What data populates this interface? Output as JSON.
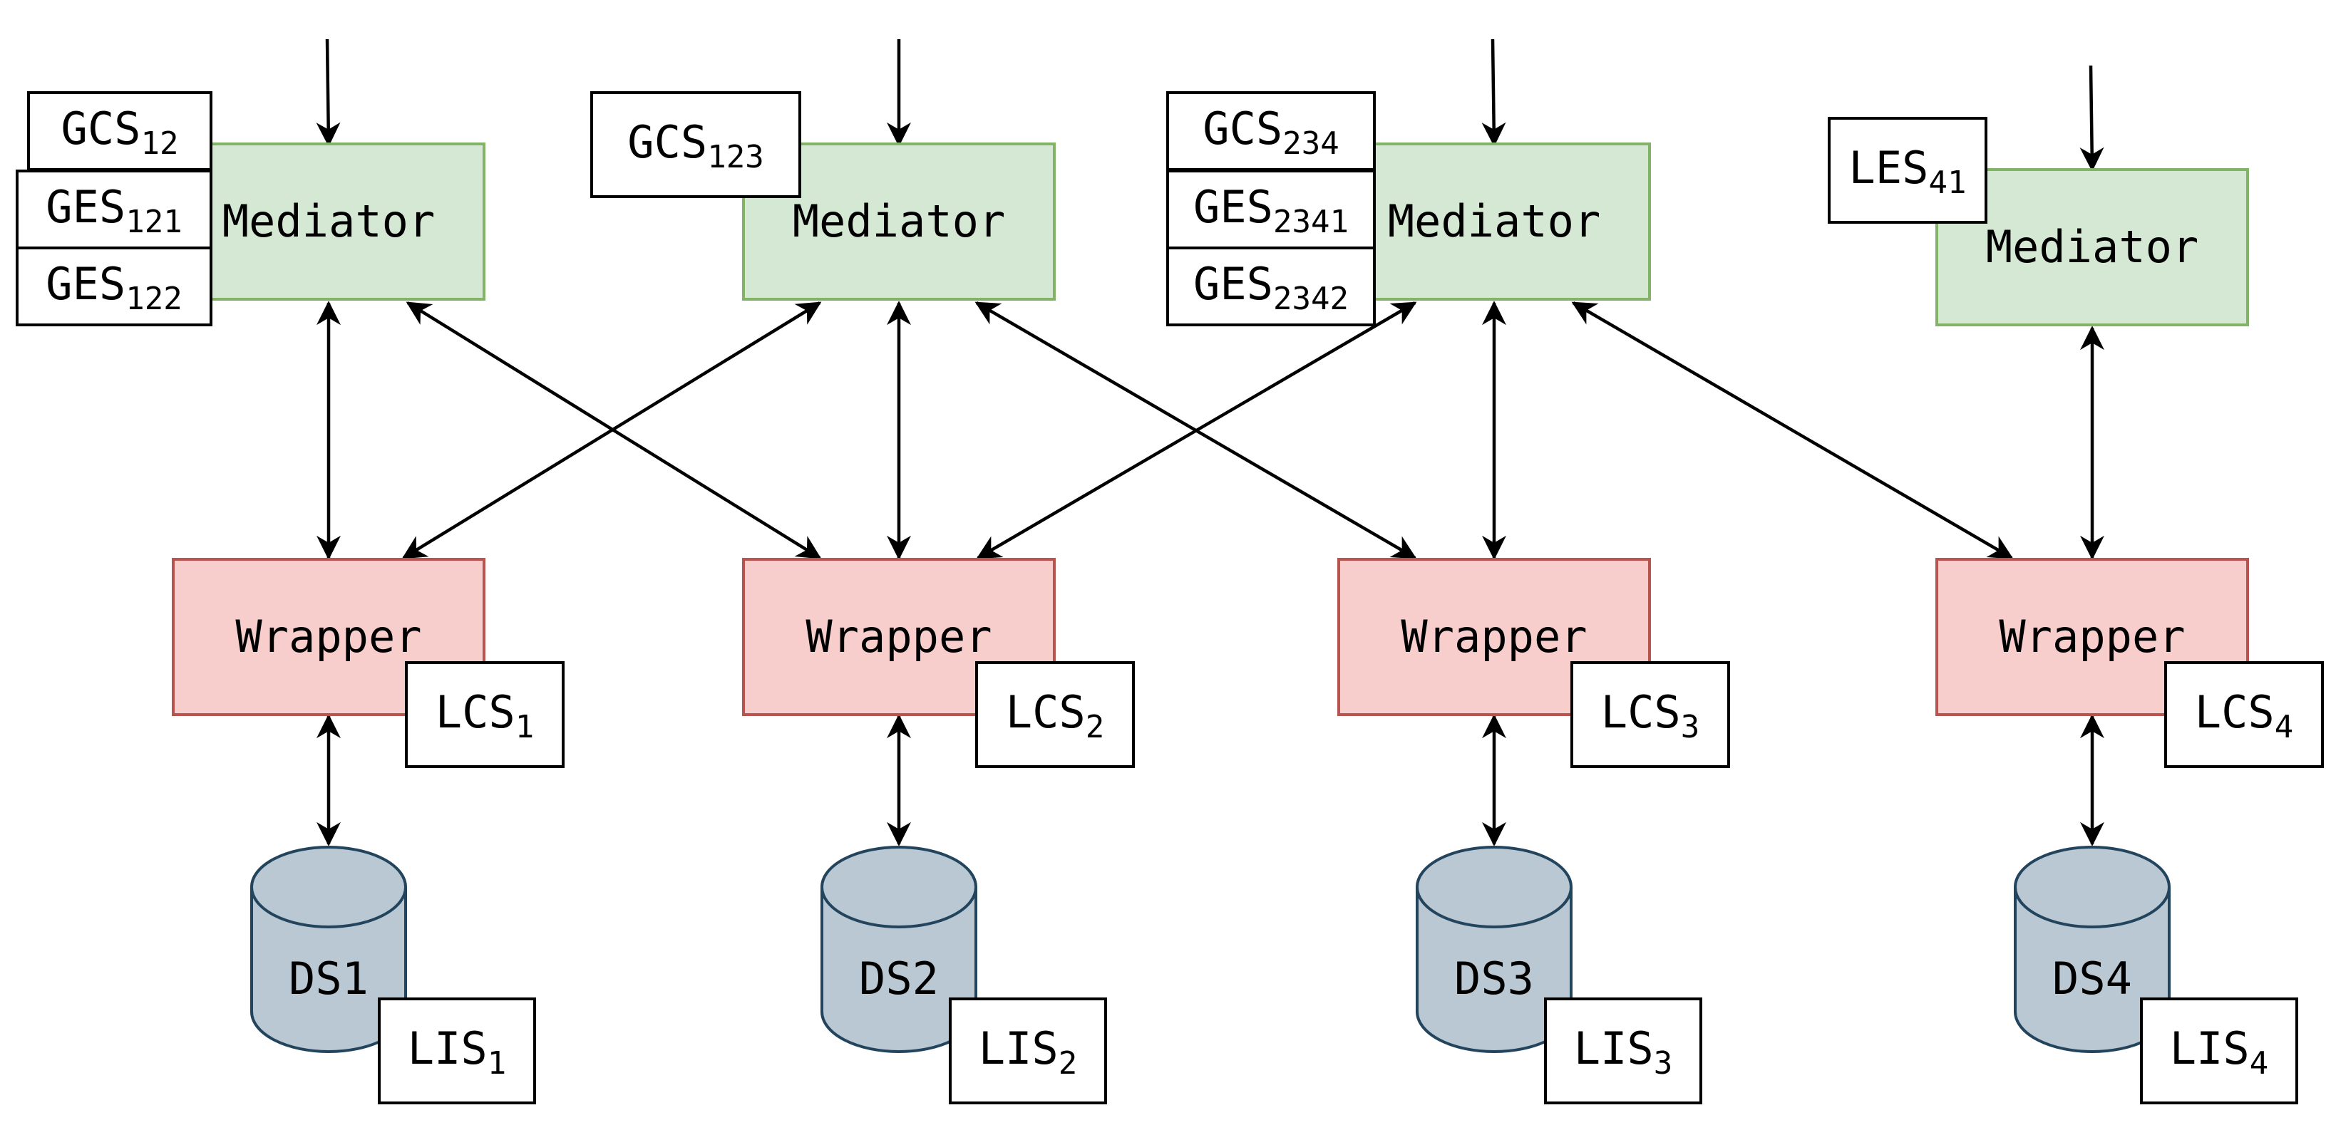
{
  "colors": {
    "mediator_fill": "#d5e8d4",
    "mediator_stroke": "#82b366",
    "wrapper_fill": "#f8cecc",
    "wrapper_stroke": "#b85450",
    "datasource_fill": "#bac8d3",
    "datasource_stroke": "#23445d",
    "edge": "#000000",
    "tag_fill": "#ffffff",
    "tag_stroke": "#000000"
  },
  "mediators": [
    {
      "label": "Mediator"
    },
    {
      "label": "Mediator"
    },
    {
      "label": "Mediator"
    },
    {
      "label": "Mediator"
    }
  ],
  "wrappers": [
    {
      "label": "Wrapper"
    },
    {
      "label": "Wrapper"
    },
    {
      "label": "Wrapper"
    },
    {
      "label": "Wrapper"
    }
  ],
  "datasources": [
    {
      "label": "DS1"
    },
    {
      "label": "DS2"
    },
    {
      "label": "DS3"
    },
    {
      "label": "DS4"
    }
  ],
  "mediator_tags": [
    [
      {
        "base": "GCS",
        "sub": "12"
      },
      {
        "base": "GES",
        "sub": "121"
      },
      {
        "base": "GES",
        "sub": "122"
      }
    ],
    [
      {
        "base": "GCS",
        "sub": "123"
      }
    ],
    [
      {
        "base": "GCS",
        "sub": "234"
      },
      {
        "base": "GES",
        "sub": "2341"
      },
      {
        "base": "GES",
        "sub": "2342"
      }
    ],
    [
      {
        "base": "LES",
        "sub": "41"
      }
    ]
  ],
  "wrapper_tags": [
    {
      "base": "LCS",
      "sub": "1"
    },
    {
      "base": "LCS",
      "sub": "2"
    },
    {
      "base": "LCS",
      "sub": "3"
    },
    {
      "base": "LCS",
      "sub": "4"
    }
  ],
  "datasource_tags": [
    {
      "base": "LIS",
      "sub": "1"
    },
    {
      "base": "LIS",
      "sub": "2"
    },
    {
      "base": "LIS",
      "sub": "3"
    },
    {
      "base": "LIS",
      "sub": "4"
    }
  ]
}
